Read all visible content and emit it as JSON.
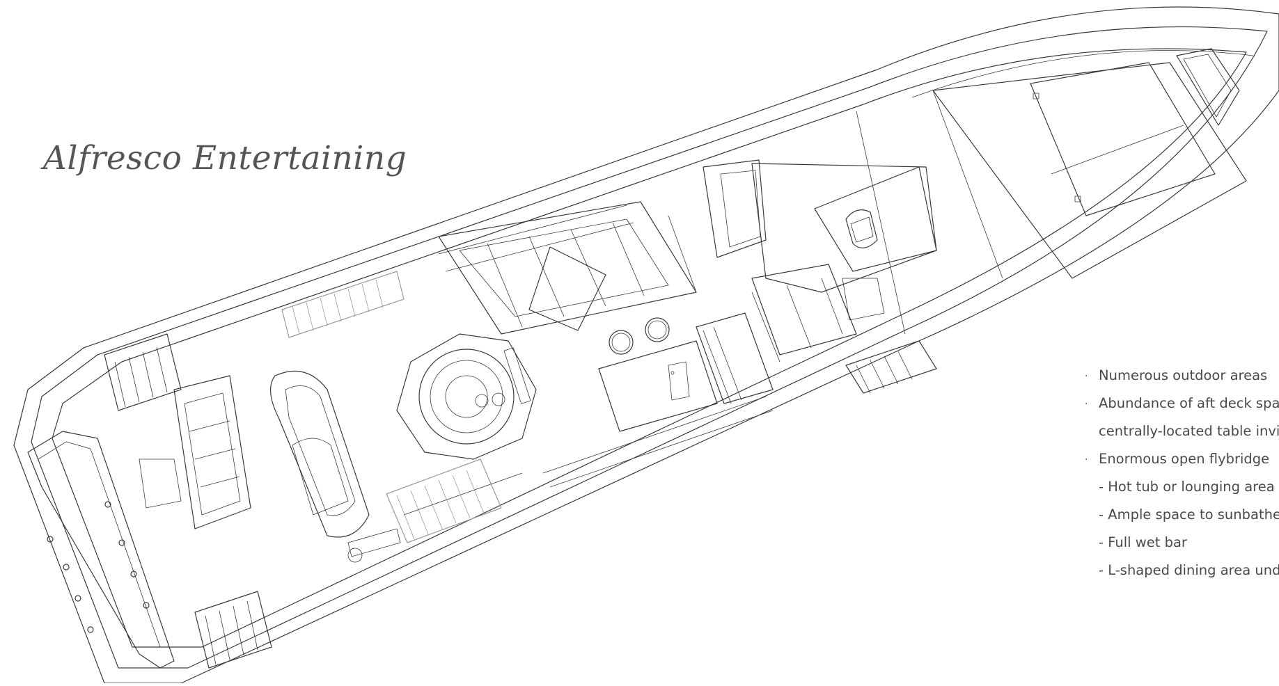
{
  "title": "Alfresco Entertaining",
  "features": [
    {
      "kind": "bullet",
      "text": "Numerous outdoor areas"
    },
    {
      "kind": "bullet",
      "text": "Abundance of aft deck spa"
    },
    {
      "kind": "cont",
      "text": "centrally-located table invi"
    },
    {
      "kind": "bullet",
      "text": "Enormous open flybridge"
    },
    {
      "kind": "sub",
      "text": "- Hot tub or lounging area"
    },
    {
      "kind": "sub",
      "text": "- Ample space to sunbathe"
    },
    {
      "kind": "sub",
      "text": "- Full wet bar"
    },
    {
      "kind": "sub",
      "text": "- L-shaped dining area und"
    }
  ],
  "bullet_glyph": "·",
  "colors": {
    "line": "#3a3a3a",
    "light_line": "#9a9a9a",
    "text": "#4a4a4a"
  }
}
